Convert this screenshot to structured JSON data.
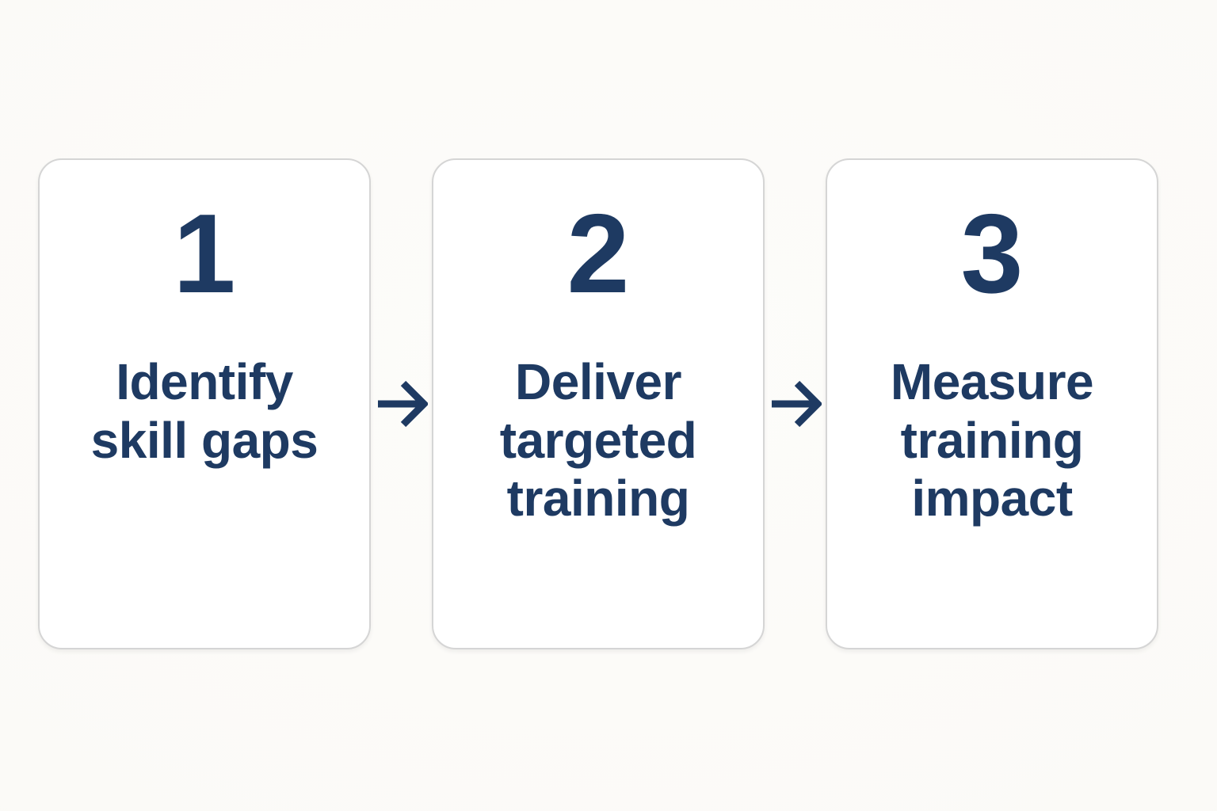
{
  "theme": {
    "navy": "#1e3a62",
    "card_bg": "#ffffff",
    "card_border": "#d5d5d5",
    "page_bg": "#fbfaf8"
  },
  "diagram": {
    "type": "process-flow",
    "arrow_glyph": "→"
  },
  "steps": [
    {
      "number": "1",
      "title": "Identify skill gaps",
      "lines": [
        "Identify",
        "skill gaps"
      ]
    },
    {
      "number": "2",
      "title": "Deliver targeted training",
      "lines": [
        "Deliver",
        "targeted",
        "training"
      ]
    },
    {
      "number": "3",
      "title": "Measure training impact",
      "lines": [
        "Measure",
        "training",
        "impact"
      ]
    }
  ]
}
